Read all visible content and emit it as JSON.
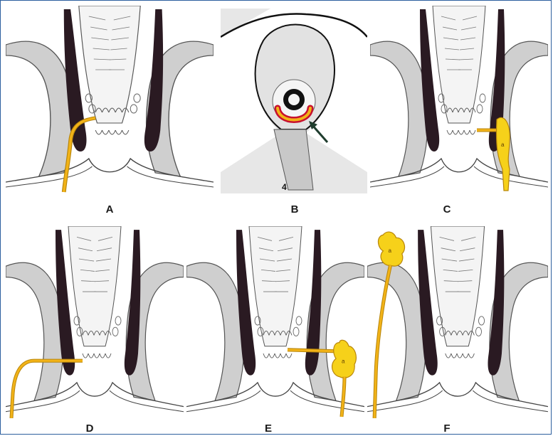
{
  "figure": {
    "panels": [
      {
        "id": "A",
        "label": "A",
        "kind": "intersphincteric-fistula"
      },
      {
        "id": "B",
        "label": "B",
        "kind": "horseshoe-fistula",
        "corner_number": "4"
      },
      {
        "id": "C",
        "label": "C",
        "kind": "intersphincteric-abscess",
        "abscess_marker": "a"
      },
      {
        "id": "D",
        "label": "D",
        "kind": "transsphincteric-fistula"
      },
      {
        "id": "E",
        "label": "E",
        "kind": "suprasphincteric-fistula",
        "abscess_marker": "a"
      },
      {
        "id": "F",
        "label": "F",
        "kind": "extrasphincteric-fistula",
        "abscess_marker": "a"
      }
    ]
  },
  "colors": {
    "border": "#2c5f9e",
    "muscle_dark": "#2a1a22",
    "muscle_grey": "#cfcfcf",
    "wall": "#ececec",
    "fistula": "#f2b318",
    "fistula_edge": "#b8860b",
    "lumen_red": "#c8102e"
  }
}
